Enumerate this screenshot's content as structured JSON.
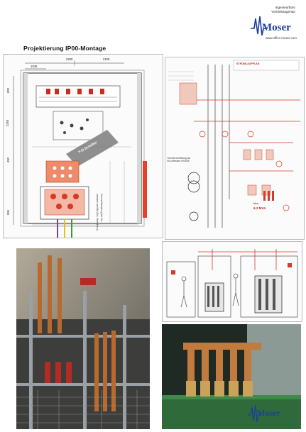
{
  "header": {
    "company_line1": "Ingenieurbüro",
    "company_line2": "Vertriebsagentur",
    "brand": "Moser",
    "brand_m": "M",
    "url": "www.office-moser.com",
    "title": "Projektierung IP00-Montage"
  },
  "drawing_plan": {
    "dims_top": [
      "2200",
      "2100"
    ],
    "dim_left_top": "1045",
    "dims_side": [
      "820",
      "2260",
      "450",
      "655"
    ],
    "label_schalter": "Y-D Schalter",
    "label_vertical": "Trenner/Verteilung bis Vor-",
    "label_vertical2": "ortessen mit 64A (Anl. Verteilhaus)"
  },
  "drawing_schematic": {
    "header_text": "STROMLAUFPLAN",
    "label_transformer": "Trenner/Verteilung bis Vor-ortessen mit 64A",
    "label_power": "6,3 MVA",
    "label_power_prefix": "Neu"
  },
  "brand_colors": {
    "accent": "#1d3f9a",
    "highlight": "#e0573a"
  }
}
